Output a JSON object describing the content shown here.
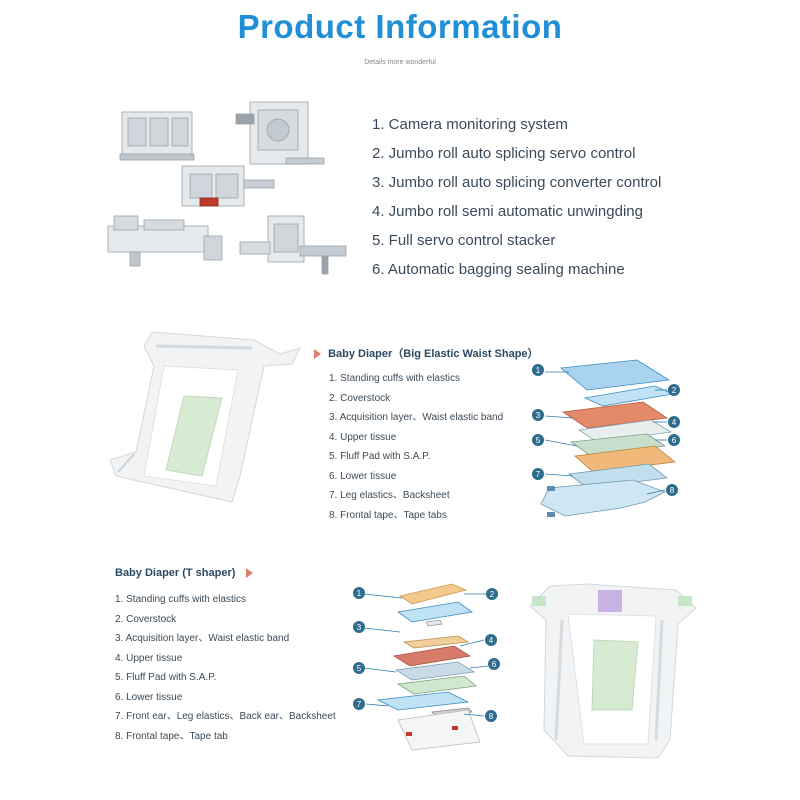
{
  "header": {
    "title": "Product Information",
    "subtitle": "Details more wonderful"
  },
  "machines_section": {
    "image_icon": "packing-machine-photos",
    "features": [
      "1. Camera monitoring system",
      "2. Jumbo roll auto splicing servo control",
      "3. Jumbo roll auto splicing converter control",
      "4. Jumbo roll semi automatic unwingding",
      "5. Full servo control stacker",
      "6. Automatic bagging sealing machine"
    ]
  },
  "big_elastic_section": {
    "heading": "Baby Diaper（Big Elastic Waist Shape）",
    "components": [
      "1. Standing cuffs with elastics",
      "2. Coverstock",
      "3. Acquisition layer、Waist elastic band",
      "4. Upper tissue",
      "5. Fluff Pad with S.A.P.",
      "6. Lower tissue",
      "7. Leg elastics、Backsheet",
      "8. Frontal tape、Tape tabs"
    ],
    "diagram_numbers": [
      "1",
      "2",
      "3",
      "4",
      "5",
      "6",
      "7",
      "8"
    ],
    "colors": {
      "badge": "#2f6d8e",
      "leader": "#2f7cae",
      "arrow": "#e0816c"
    }
  },
  "t_shaper_section": {
    "heading": "Baby Diaper (T shaper)",
    "components": [
      "1. Standing cuffs with elastics",
      "2. Coverstock",
      "3. Acquisition layer、Waist elastic band",
      "4. Upper tissue",
      "5. Fluff Pad with S.A.P.",
      "6. Lower tissue",
      "7. Front ear、Leg elastics、Back ear、Backsheet",
      "8. Frontal tape、Tape tab"
    ],
    "diagram_numbers": [
      "1",
      "2",
      "3",
      "4",
      "5",
      "6",
      "7",
      "8"
    ]
  }
}
